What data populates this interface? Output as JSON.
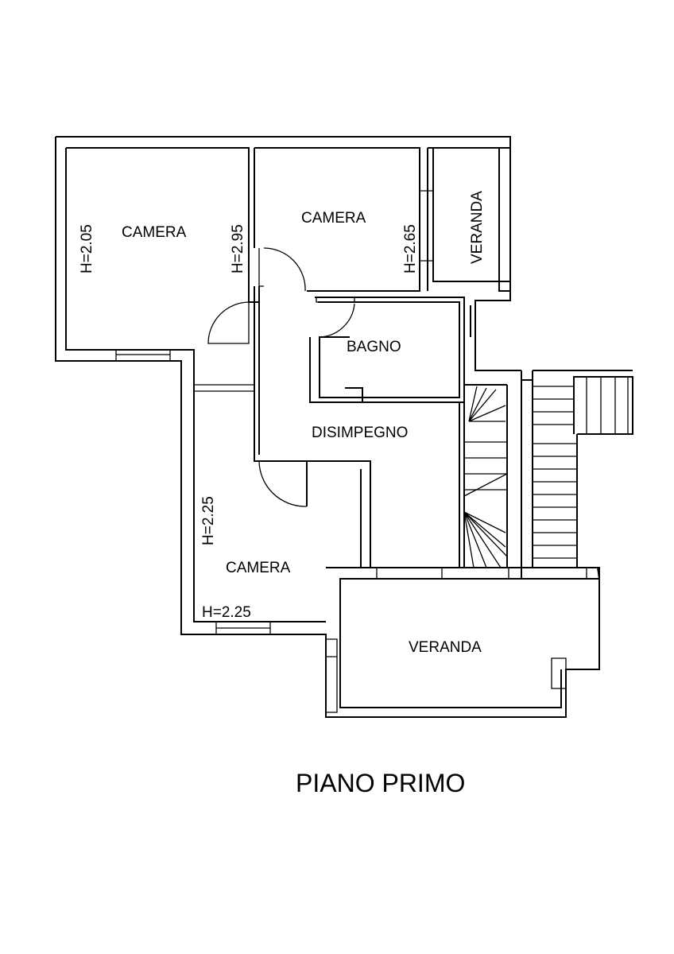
{
  "plan": {
    "title": "PIANO PRIMO",
    "rooms": {
      "camera_1": "CAMERA",
      "camera_2": "CAMERA",
      "camera_3": "CAMERA",
      "veranda_1": "VERANDA",
      "veranda_2": "VERANDA",
      "bagno": "BAGNO",
      "disimpegno": "DISIMPEGNO"
    },
    "heights": {
      "camera_1": "H=2.05",
      "camera_1_right": "H=2.95",
      "camera_2": "H=2.65",
      "camera_3_left": "H=2.25",
      "camera_3_bottom": "H=2.25"
    }
  }
}
